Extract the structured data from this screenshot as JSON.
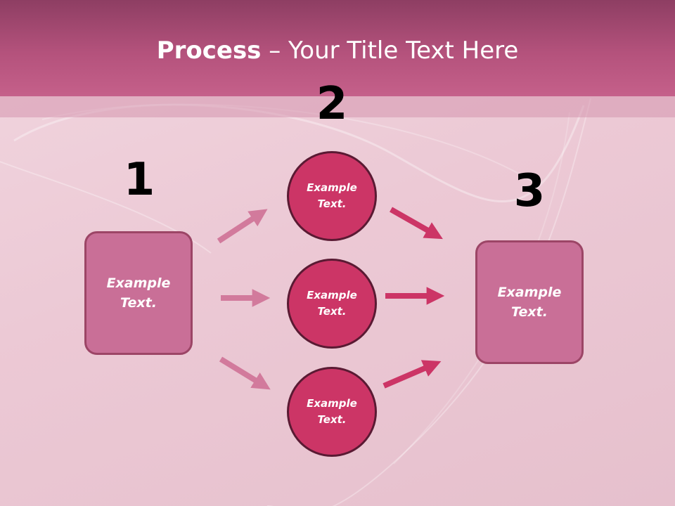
{
  "slide": {
    "title_bold": "Process",
    "title_rest": " – Your Title Text Here"
  },
  "steps": {
    "one": "1",
    "two": "2",
    "three": "3"
  },
  "left_box": {
    "line1": "Example",
    "line2": "Text."
  },
  "circles": [
    {
      "line1": "Example",
      "line2": "Text."
    },
    {
      "line1": "Example",
      "line2": "Text."
    },
    {
      "line1": "Example",
      "line2": "Text."
    }
  ],
  "right_box": {
    "line1": "Example",
    "line2": "Text."
  },
  "colors": {
    "header": "#b4527c",
    "box_fill": "#c96f97",
    "circle_fill": "#cc3566",
    "arrow_light": "#d27a9c",
    "arrow_dark": "#cc3566"
  }
}
